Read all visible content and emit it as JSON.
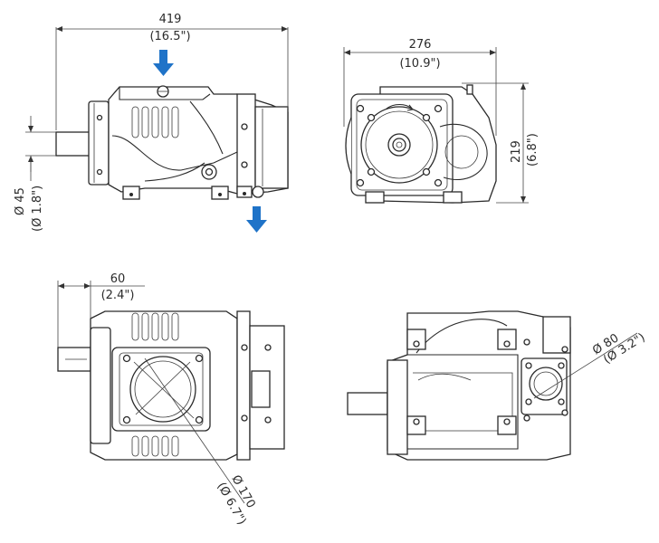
{
  "dimensions": {
    "overall_length": {
      "value": "419",
      "imperial": "(16.5\")"
    },
    "height_width": {
      "value": "276",
      "imperial": "(10.9\")"
    },
    "height": {
      "value": "219",
      "imperial": "(6.8\")"
    },
    "shaft_diameter": {
      "value": "Ø 45",
      "imperial": "(Ø 1.8\")"
    },
    "shaft_length": {
      "value": "60",
      "imperial": "(2.4\")"
    },
    "inlet_diameter": {
      "value": "Ø 170",
      "imperial": "(Ø 6.7\")"
    },
    "outlet_diameter": {
      "value": "Ø 80",
      "imperial": "(Ø 3.2\")"
    }
  },
  "colors": {
    "flow_arrow": "#1f73c8",
    "line": "#2a2a2a"
  },
  "icons": [
    "inlet-arrow-icon",
    "outlet-arrow-icon"
  ]
}
